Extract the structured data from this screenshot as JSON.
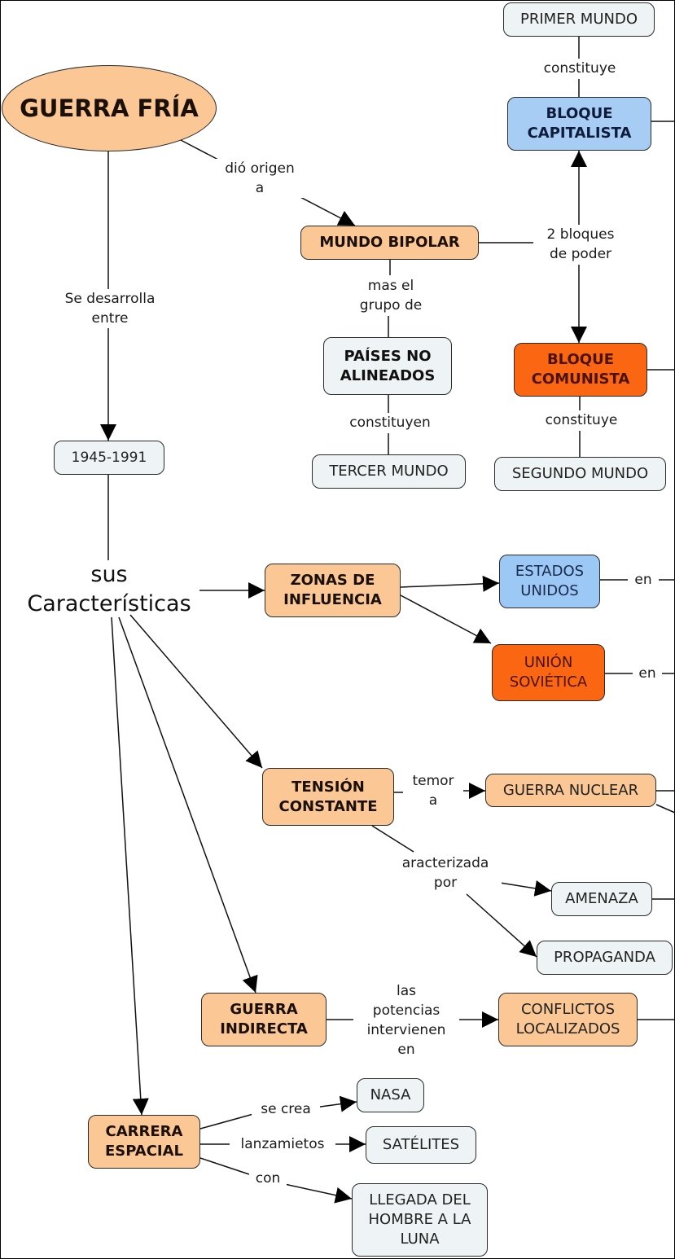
{
  "title": "GUERRA FRÍA",
  "nodes": {
    "guerra_fria": "GUERRA FRÍA",
    "primer_mundo": "PRIMER MUNDO",
    "bloque_capitalista": "BLOQUE\nCAPITALISTA",
    "mundo_bipolar": "MUNDO BIPOLAR",
    "paises_no_alineados": "PAÍSES NO\nALINEADOS",
    "bloque_comunista": "BLOQUE\nCOMUNISTA",
    "tercer_mundo": "TERCER MUNDO",
    "segundo_mundo": "SEGUNDO MUNDO",
    "periodo": "1945-1991",
    "caracteristicas": "sus\nCaracterísticas",
    "zonas_influencia": "ZONAS DE\nINFLUENCIA",
    "estados_unidos": "ESTADOS\nUNIDOS",
    "union_sovietica": "UNIÓN\nSOVIÉTICA",
    "tension_constante": "TENSIÓN\nCONSTANTE",
    "guerra_nuclear": "GUERRA NUCLEAR",
    "amenaza": "AMENAZA",
    "propaganda": "PROPAGANDA",
    "guerra_indirecta": "GUERRA\nINDIRECTA",
    "conflictos_localizados": "CONFLICTOS\nLOCALIZADOS",
    "carrera_espacial": "CARRERA\nESPACIAL",
    "nasa": "NASA",
    "satelites": "SATÉLITES",
    "llegada_luna": "LLEGADA DEL\nHOMBRE A LA\nLUNA"
  },
  "links": {
    "dio_origen": "dió origen\na",
    "se_desarrolla": "Se desarrolla\nentre",
    "constituye_1": "constituye",
    "dos_bloques": "2 bloques\nde poder",
    "mas_el_grupo": "mas el\ngrupo de",
    "constituyen": "constituyen",
    "constituye_2": "constituye",
    "en_1": "en",
    "en_2": "en",
    "temor_a": "temor\na",
    "caracterizada_por": "aracterizada\npor",
    "las_potencias": "las\npotencias\nintervienen\nen",
    "se_crea": "se crea",
    "lanzamietos": "lanzamietos",
    "con": "con"
  },
  "colors": {
    "peach": "#fbc895",
    "light": "#eef3f5",
    "blue": "#9cc8f5",
    "orange": "#fa6611"
  }
}
